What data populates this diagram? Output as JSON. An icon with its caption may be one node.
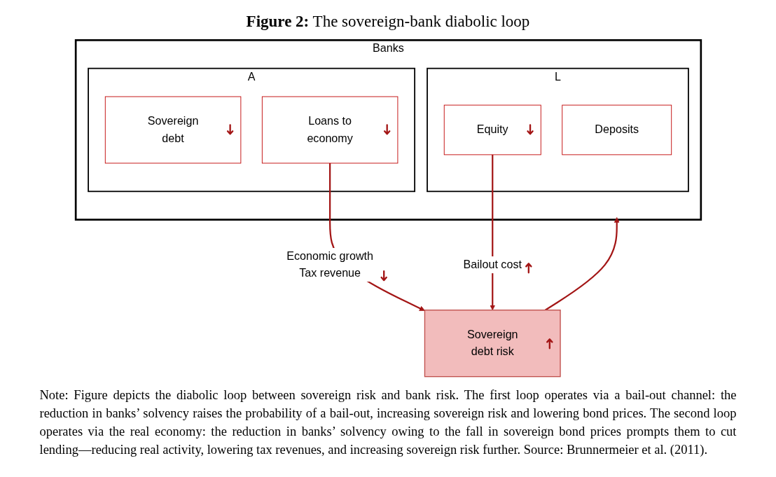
{
  "diagram": {
    "title": "**Figure 2:** The sovereign-bank diabolic loop",
    "caption": "Note: Figure depicts the diabolic loop between sovereign risk and bank risk. The first loop operates via a bail-out channel: the reduction in banks’ solvency raises the probability of a bail-out, increasing sovereign risk and lowering bond prices. The second loop operates via the real economy: the reduction in banks’ solvency owing to the fall in sovereign bond prices prompts them to cut lending—reducing real activity, lowering tax revenues, and increasing sovereign risk further. Source: Brunnermeier et al. (2011).",
    "nodes": [
      {
        "text": [
          "Sovereign debt risk"
        ]
      },
      {
        "text": [
          "Banks"
        ]
      },
      {
        "text": [
          "A"
        ],
        "in": 1
      },
      {
        "text": [
          "Sovereign debt"
        ],
        "in": 2
      },
      {
        "text": [
          "Loans to economy"
        ],
        "in": 2
      },
      {
        "text": [
          "L"
        ],
        "in": 1
      },
      {
        "text": [
          "Deposits"
        ],
        "in": 5
      },
      {
        "text": [
          "Equity"
        ],
        "in": 5
      }
    ],
    "edges": [
      {
        "from": 0,
        "to": 1,
        "arrow": "to"
      },
      {
        "from": 4,
        "to": 0,
        "arrow": "to",
        "label": "Economic growth Tax revenue"
      },
      {
        "from": 7,
        "to": 0,
        "arrow": "to",
        "label": "Bailout cost"
      }
    ]
  }
}
